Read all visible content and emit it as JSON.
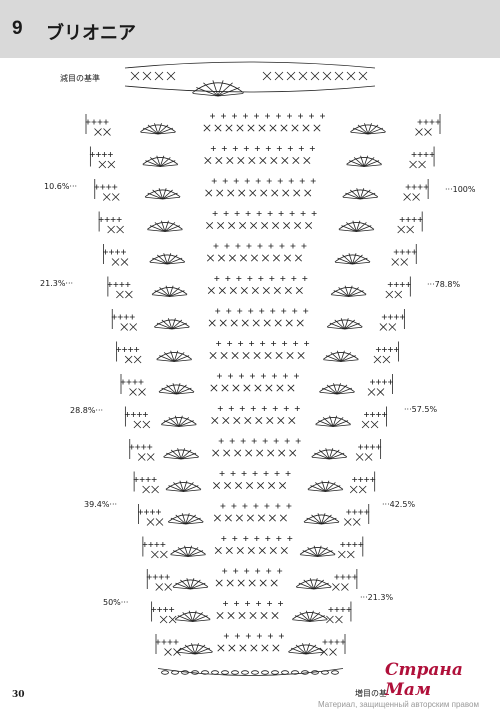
{
  "header": {
    "number": "9",
    "title": "ブリオニア"
  },
  "labels": {
    "top_reference": "減目の基準",
    "bottom_reference": "増目の基",
    "left_percentages": [
      "10.6%···",
      "21.3%···",
      "28.8%···",
      "39.4%···",
      "50%···"
    ],
    "right_percentages": [
      "···100%",
      "···78.8%",
      "···57.5%",
      "···42.5%",
      "···21.3%"
    ]
  },
  "page_number": "30",
  "watermark": {
    "text": "Страна Мам",
    "subtext": "Материал, защищенный авторским правом"
  },
  "diagram": {
    "fan_rows": 17,
    "stitch_color": "#222222"
  }
}
